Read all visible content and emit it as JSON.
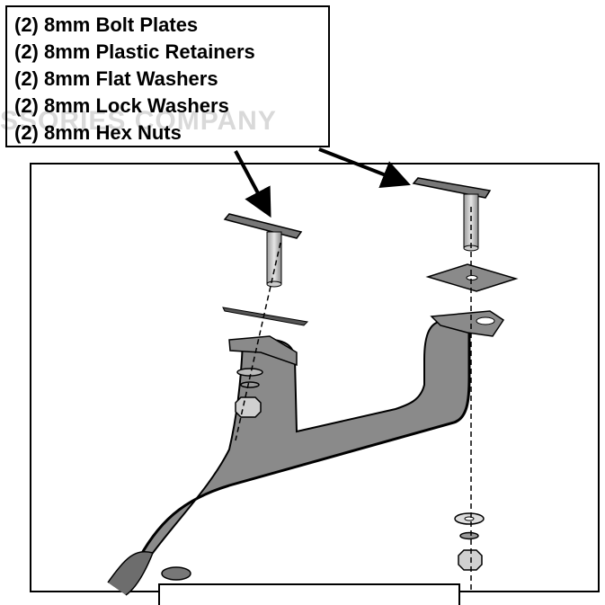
{
  "parts_list": [
    "(2) 8mm Bolt Plates",
    "(2) 8mm Plastic Retainers",
    "(2) 8mm Flat Washers",
    "(2) 8mm Lock Washers",
    "(2) 8mm Hex Nuts"
  ],
  "watermark_text": "SSORIES COMPANY",
  "colors": {
    "part_fill": "#8a8a8a",
    "part_light": "#c8c8c8",
    "line": "#000000"
  }
}
